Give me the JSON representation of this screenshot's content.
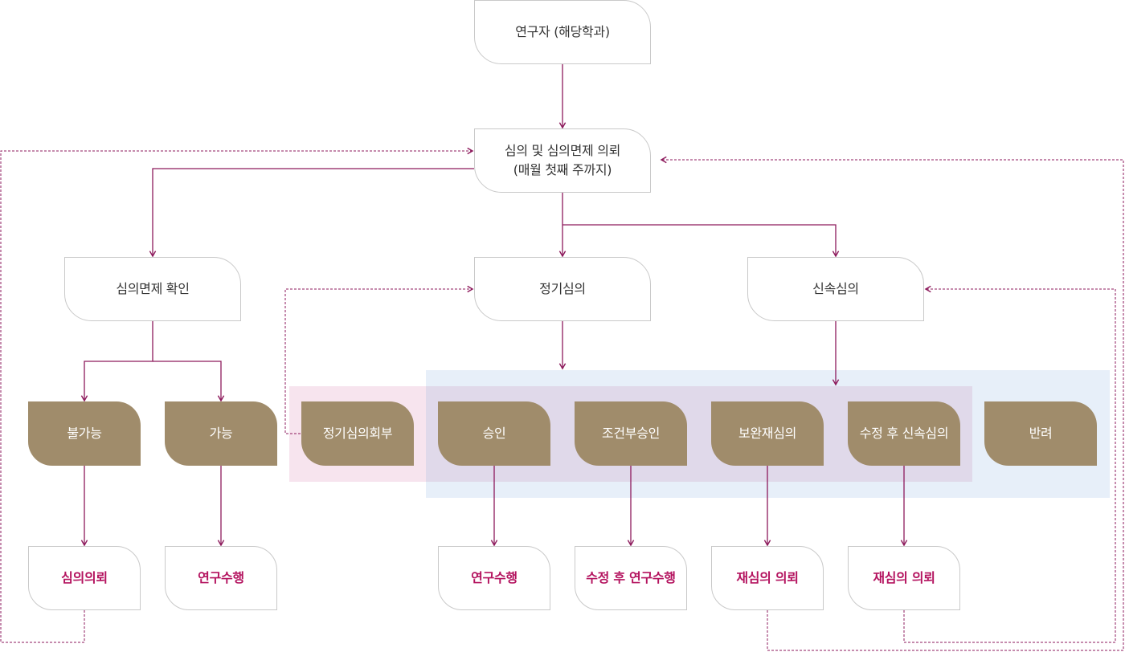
{
  "diagram": {
    "colors": {
      "connector": "#8d1a5c",
      "outline_border": "#c9c9c9",
      "decision_fill": "#a08c6b",
      "result_text": "#b4135f",
      "regular_review_region": "#f7e4ee",
      "decision_region": "#e7eff9"
    },
    "nodes": {
      "researcher": "연구자 (해당학과)",
      "submission": "심의 및 심의면제 의뢰\n(매월 첫째 주까지)",
      "exemption_check": "심의면제 확인",
      "regular_review": "정기심의",
      "expedited_review": "신속심의",
      "not_possible": "불가능",
      "possible": "가능",
      "regular_board_referral": "정기심의회부",
      "approval": "승인",
      "conditional_approval": "조건부승인",
      "supplementary_rereview": "보완재심의",
      "expedited_after_revision": "수정 후 신속심의",
      "rejection": "반려",
      "request_review": "심의의뢰",
      "conduct_research_1": "연구수행",
      "conduct_research_2": "연구수행",
      "conduct_after_revision": "수정 후 연구수행",
      "rereview_request_1": "재심의 의뢰",
      "rereview_request_2": "재심의 의뢰"
    }
  }
}
